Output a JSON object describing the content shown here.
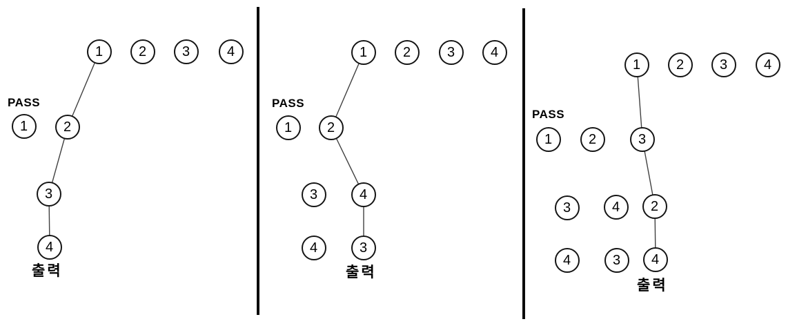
{
  "figure": {
    "title": "selection-pass-diagram",
    "panels": [
      {
        "pass_label": "PASS",
        "output_label": "출력",
        "input_row": [
          "1",
          "2",
          "3",
          "4"
        ],
        "pass_row": [
          "1",
          "2"
        ],
        "row3": [
          "3"
        ],
        "row4": [
          "4"
        ]
      },
      {
        "pass_label": "PASS",
        "output_label": "출력",
        "input_row": [
          "1",
          "2",
          "3",
          "4"
        ],
        "pass_row": [
          "1",
          "2"
        ],
        "row3": [
          "3",
          "4"
        ],
        "row4": [
          "4",
          "3"
        ]
      },
      {
        "pass_label": "PASS",
        "output_label": "출력",
        "input_row": [
          "1",
          "2",
          "3",
          "4"
        ],
        "pass_row": [
          "1",
          "2",
          "3"
        ],
        "row3": [
          "3",
          "4",
          "2"
        ],
        "row4": [
          "4",
          "3",
          "4"
        ]
      }
    ],
    "colors": {
      "node_stroke": "#141414",
      "edge_stroke": "#404040",
      "divider": "#0a0a0a",
      "background": "#ffffff"
    }
  }
}
